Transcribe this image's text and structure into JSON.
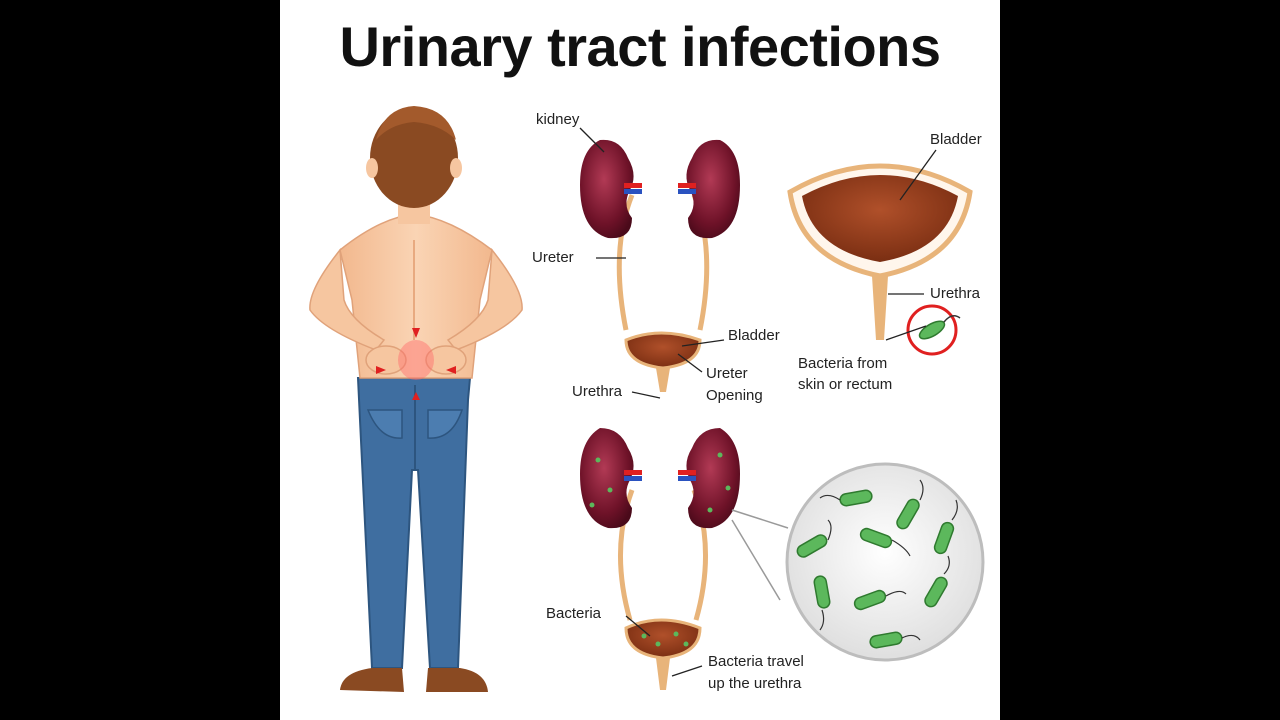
{
  "title": "Urinary tract infections",
  "labels": {
    "kidney": "kidney",
    "ureter": "Ureter",
    "bladder_top": "Bladder",
    "urethra_top": "Urethra",
    "ureter_opening_1": "Ureter",
    "ureter_opening_2": "Opening",
    "bladder_large": "Bladder",
    "urethra_large": "Urethra",
    "bacteria_source_1": "Bacteria from",
    "bacteria_source_2": "skin or rectum",
    "bacteria": "Bacteria",
    "bacteria_travel_1": "Bacteria travel",
    "bacteria_travel_2": "up the urethra"
  },
  "colors": {
    "background": "#000000",
    "panel": "#ffffff",
    "kidney": "#7a1730",
    "ureter": "#e8b47a",
    "bladder": "#8a3a1a",
    "bacteria": "#5cb85c",
    "alert_red": "#e02020",
    "jeans": "#3f6ea0",
    "skin": "#f6c6a0",
    "hair": "#8a4a22"
  },
  "icons": [
    "person-back-pain-figure",
    "kidney-icon",
    "bladder-icon",
    "bacteria-icon",
    "magnifier-circle"
  ]
}
